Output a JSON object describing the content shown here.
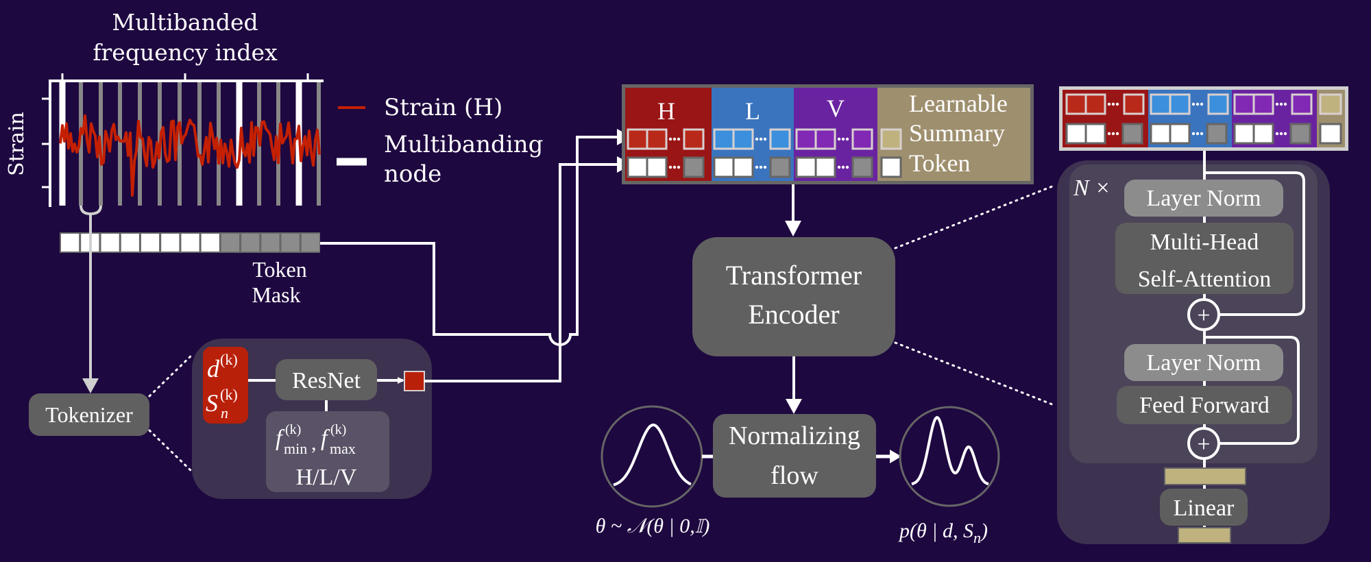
{
  "colors": {
    "background": "#1e0840",
    "box_gray": "#606060",
    "panel_gray": "#4c4458",
    "panel_outer": "#3d3250",
    "layer_norm": "#8c8c8c",
    "band_H": "#9a1515",
    "band_L": "#3a74bf",
    "band_V": "#6a23a0",
    "summary": "#9e8f6e",
    "token_H": "#b9291a",
    "token_L": "#3c8fdc",
    "token_V": "#8128b5",
    "token_summary": "#bfb27e",
    "strain": "#c42000",
    "mask_on": "#ffffff",
    "mask_off": "#8c8c8c"
  },
  "strain_plot": {
    "title_line1": "Multibanded",
    "title_line2": "frequency index",
    "ylabel": "Strain",
    "legend": {
      "strain_label": "Strain (H)",
      "node_label_line1": "Multibanding",
      "node_label_line2": "node"
    },
    "band_markers": [
      "white",
      "gray",
      "gray",
      "gray",
      "gray",
      "gray",
      "gray",
      "gray",
      "gray",
      "white",
      "gray",
      "gray",
      "white",
      "gray"
    ]
  },
  "token_mask": {
    "label_line1": "Token",
    "label_line2": "Mask",
    "cells": [
      1,
      1,
      1,
      1,
      1,
      1,
      1,
      1,
      0,
      0,
      0,
      0,
      0
    ]
  },
  "tokenizer": {
    "label": "Tokenizer",
    "input_d": "d",
    "input_s": "S",
    "sub_n": "n",
    "sup_k": "(k)",
    "resnet_label": "ResNet",
    "cond_f": "f",
    "cond_min": "min",
    "cond_max": "max",
    "cond_comma": ",",
    "cond_bands": "H/L/V"
  },
  "token_sequence": {
    "bands": [
      {
        "label": "H"
      },
      {
        "label": "L"
      },
      {
        "label": "V"
      }
    ],
    "summary_line1": "Learnable",
    "summary_line2": "Summary",
    "summary_line3": "Token",
    "ellipsis": "…"
  },
  "transformer_encoder": {
    "label_line1": "Transformer",
    "label_line2": "Encoder"
  },
  "normalizing_flow": {
    "label_line1": "Normalizing",
    "label_line2": "flow",
    "prior_label": "θ ~ 𝒩(θ | 0,𝕀)",
    "posterior_label": "p(θ | d, S",
    "posterior_sub": "n",
    "posterior_close": ")"
  },
  "encoder_detail": {
    "repeat_label": "N ×",
    "layer_norm_1": "Layer Norm",
    "attention_line1": "Multi-Head",
    "attention_line2": "Self-Attention",
    "add_symbol": "+",
    "layer_norm_2": "Layer Norm",
    "feed_forward": "Feed Forward",
    "linear": "Linear"
  }
}
